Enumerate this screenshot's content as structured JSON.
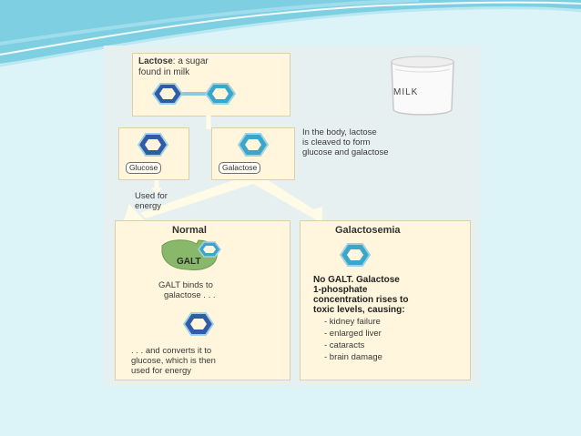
{
  "colors": {
    "background": "#dcf3f8",
    "panel": "#fff6dd",
    "outer_panel": "#e7f0f0",
    "hexagon_dark_blue": "#2f5ba8",
    "hexagon_teal": "#3aa6c9",
    "galt": "#8ab86a",
    "arrow": "#fffbe6"
  },
  "icons": {
    "milk": "milk-carton-icon",
    "lactose": "lactose-molecule-icon",
    "glucose": "hexagon-icon",
    "galactose": "hexagon-icon",
    "galt": "galt-enzyme-icon"
  },
  "diagram": {
    "lactose_title": "Lactose",
    "lactose_desc_1": ": a sugar",
    "lactose_desc_2": "found in milk",
    "milk_label": "MILK",
    "cleave_text_1": "In the body, lactose",
    "cleave_text_2": "is cleaved to form",
    "cleave_text_3": "glucose and galactose",
    "glucose_label": "Glucose",
    "galactose_label": "Galactose",
    "energy_1": "Used for",
    "energy_2": "energy",
    "normal": {
      "heading": "Normal",
      "galt_label": "GALT",
      "binds_1": "GALT binds to",
      "binds_2": "galactose . . .",
      "converts_1": ". . . and converts it to",
      "converts_2": "glucose, which is then",
      "converts_3": "used for energy"
    },
    "galactosemia": {
      "heading": "Galactosemia",
      "line_1": "No GALT. Galactose",
      "line_2": "1-phosphate",
      "line_3": "concentration rises to",
      "line_4": "toxic levels, causing:",
      "effects": [
        "- kidney failure",
        "- enlarged liver",
        "- cataracts",
        "- brain damage"
      ]
    }
  }
}
